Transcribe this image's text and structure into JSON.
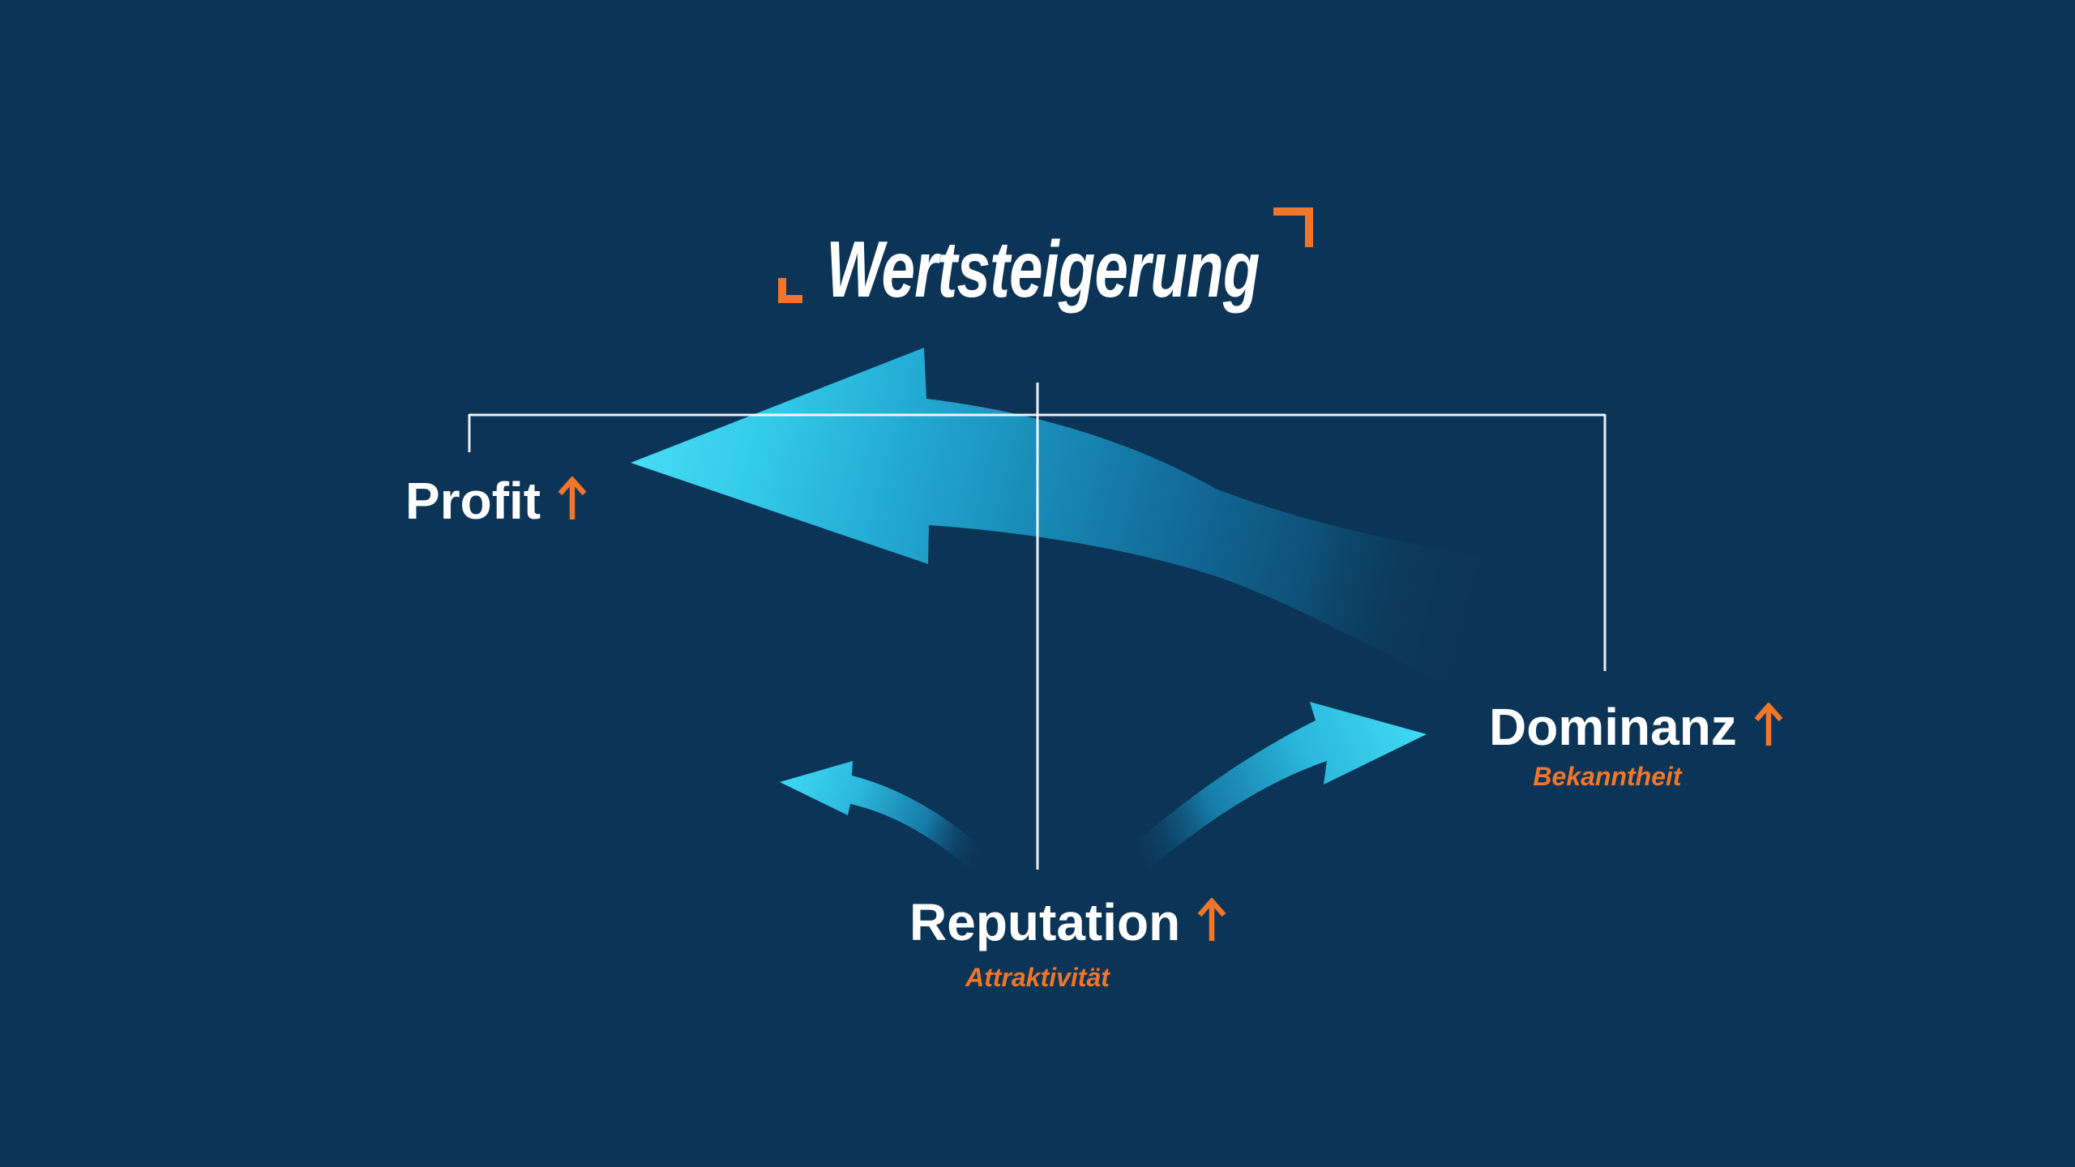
{
  "title": {
    "text": "Wertsteigerung"
  },
  "nodes": {
    "profit": {
      "label": "Profit"
    },
    "dominanz": {
      "label": "Dominanz",
      "sublabel": "Bekanntheit"
    },
    "reputation": {
      "label": "Reputation",
      "sublabel": "Attraktivität"
    }
  },
  "icons": {
    "up_arrow": "↑",
    "corner_bracket_top_right": "⌐",
    "corner_bracket_bottom_left": "L"
  },
  "colors": {
    "background": "#0C3456",
    "accent_orange": "#F0762B",
    "text_white": "#FFFFFF",
    "guide_line": "#FFFFFF",
    "arrow_cyan_bright": "#49DEF6",
    "arrow_cyan_mid": "#21A6D0",
    "arrow_teal_deep": "#0E5076"
  }
}
